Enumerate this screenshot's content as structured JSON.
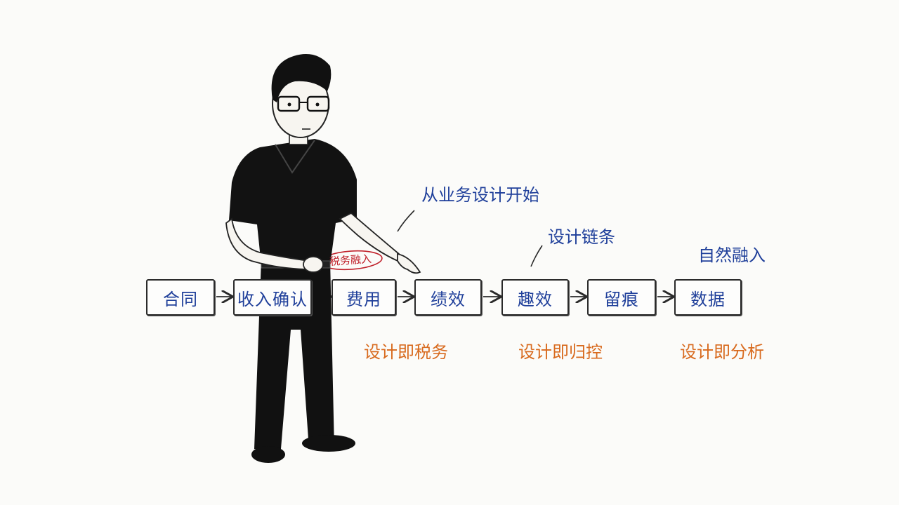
{
  "flow": {
    "steps": [
      "合同",
      "收入确认",
      "费用",
      "绩效",
      "趣效",
      "留痕",
      "数据"
    ]
  },
  "annotations": {
    "start_from_design": "从业务设计开始",
    "design_chain": "设计链条",
    "natural_integration": "自然融入",
    "tax_tag": "税务融入"
  },
  "outcomes": {
    "tax": "设计即税务",
    "control": "设计即归控",
    "analysis": "设计即分析"
  },
  "colors": {
    "ink": "#1f1f1f",
    "blue_text": "#1f3f9a",
    "orange_text": "#d86a1e",
    "red_stamp": "#c0202a"
  }
}
